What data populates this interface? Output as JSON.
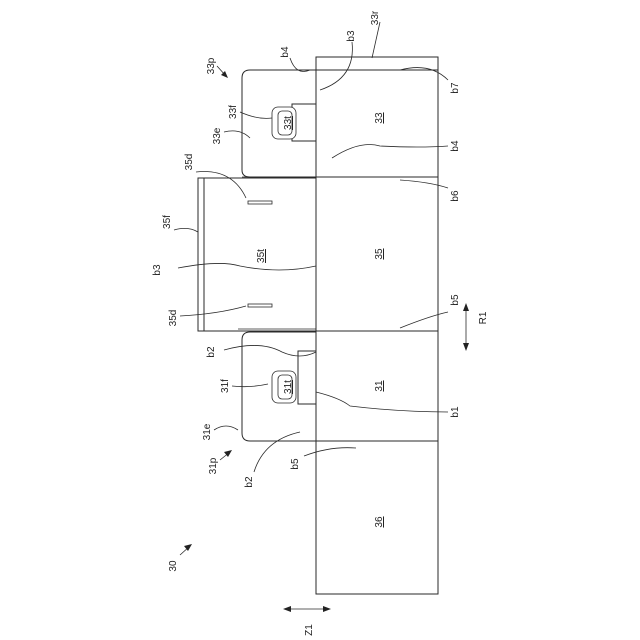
{
  "figure_number": "30",
  "panels": {
    "p33": "33",
    "p35": "35",
    "p31": "31",
    "p36": "36",
    "p33t": "33t",
    "p35t": "35t",
    "p31t": "31t"
  },
  "labels": {
    "l33r": "33r",
    "l33p": "33p",
    "l33f": "33f",
    "l33e": "33e",
    "l35d_top": "35d",
    "l35f": "35f",
    "l35d_bottom": "35d",
    "l31f": "31f",
    "l31e": "31e",
    "l31p": "31p"
  },
  "fold_lines": {
    "b4_top": "b4",
    "b3_top": "b3",
    "b7": "b7",
    "b4_right": "b4",
    "b6": "b6",
    "b3_left": "b3",
    "b5_right": "b5",
    "b2_top": "b2",
    "b1": "b1",
    "b2_bottom": "b2",
    "b5_bottom": "b5"
  },
  "directions": {
    "r1": "R1",
    "z1": "Z1"
  }
}
